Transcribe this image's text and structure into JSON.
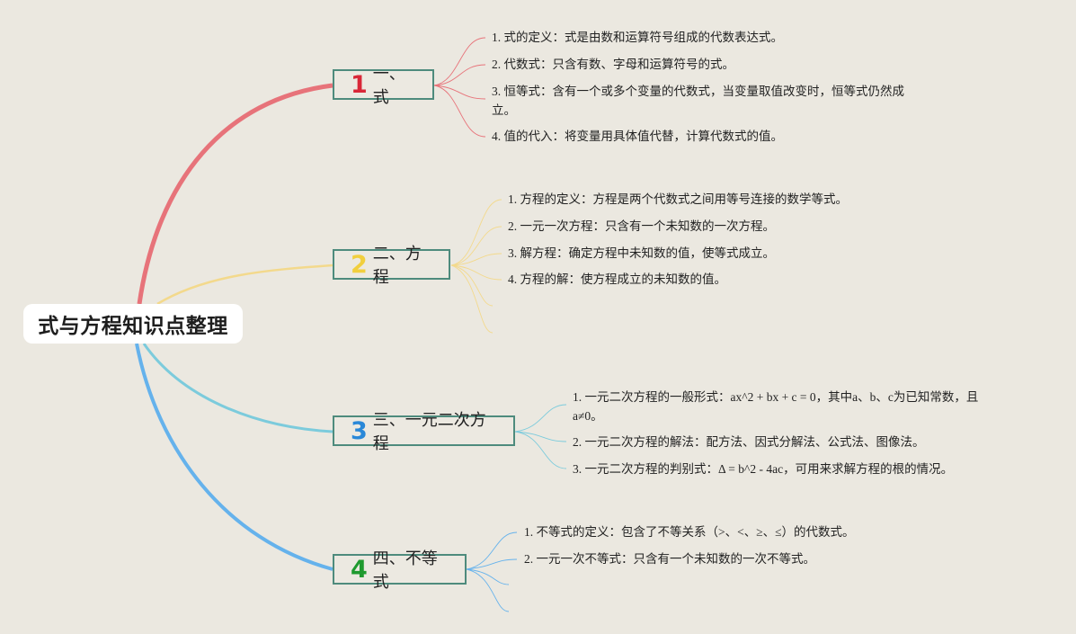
{
  "root": {
    "title": "式与方程知识点整理"
  },
  "topics": [
    {
      "num": "1",
      "label": "一、式",
      "color": "#e7737a",
      "numColor": "#d92738",
      "items": [
        "1. 式的定义：式是由数和运算符号组成的代数表达式。",
        "2. 代数式：只含有数、字母和运算符号的式。",
        "3. 恒等式：含有一个或多个变量的代数式，当变量取值改变时，恒等式仍然成立。",
        "4. 值的代入：将变量用具体值代替，计算代数式的值。"
      ]
    },
    {
      "num": "2",
      "label": "二、方程",
      "color": "#f3d98c",
      "numColor": "#f1cf3e",
      "items": [
        "1. 方程的定义：方程是两个代数式之间用等号连接的数学等式。",
        "2. 一元一次方程：只含有一个未知数的一次方程。",
        "3. 解方程：确定方程中未知数的值，使等式成立。",
        "4. 方程的解：使方程成立的未知数的值。"
      ]
    },
    {
      "num": "3",
      "label": "三、一元二次方程",
      "color": "#7ccbdc",
      "numColor": "#2a88d8",
      "items": [
        "1. 一元二次方程的一般形式：ax^2 + bx + c = 0，其中a、b、c为已知常数，且a≠0。",
        "2. 一元二次方程的解法：配方法、因式分解法、公式法、图像法。",
        "3. 一元二次方程的判别式：Δ = b^2 - 4ac，可用来求解方程的根的情况。"
      ]
    },
    {
      "num": "4",
      "label": "四、不等式",
      "color": "#65b2ec",
      "numColor": "#1f9a2f",
      "items": [
        "1. 不等式的定义：包含了不等关系（>、<、≥、≤）的代数式。",
        "2. 一元一次不等式：只含有一个未知数的一次不等式。"
      ]
    }
  ]
}
